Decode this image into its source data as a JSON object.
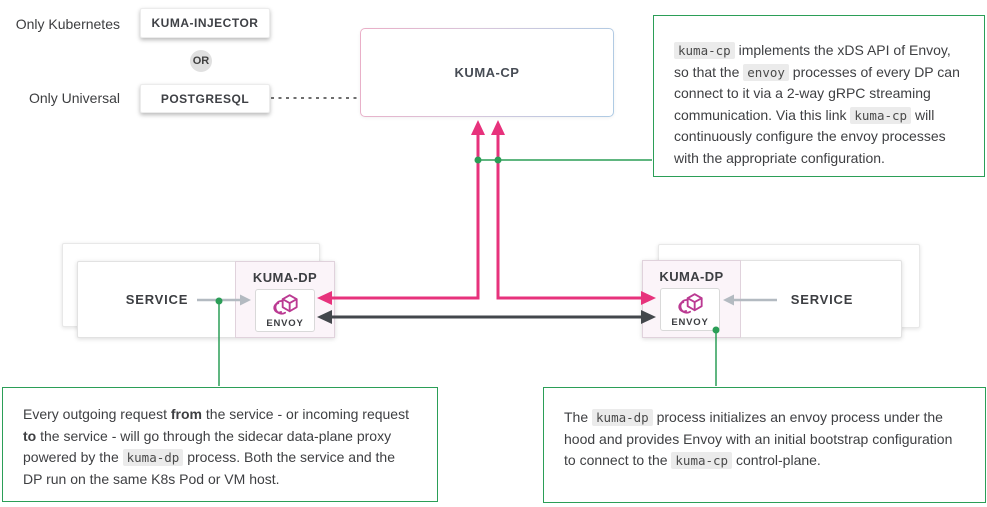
{
  "labels": {
    "only_kubernetes": "Only Kubernetes",
    "only_universal": "Only Universal",
    "or": "OR",
    "kuma_injector": "KUMA-INJECTOR",
    "postgresql": "POSTGRESQL",
    "kuma_cp": "KUMA-CP",
    "kuma_dp": "KUMA-DP",
    "service": "SERVICE",
    "envoy": "ENVOY"
  },
  "colors": {
    "pink_arrow": "#e7327c",
    "black_arrow": "#43474c",
    "gray_arrow": "#b3bac1",
    "green_connector": "#2b9e57",
    "envoy_logo": "#bb3a92",
    "kuma_dp_bg": "#fbf4f9",
    "code_bg": "#ebebeb"
  },
  "annotations": {
    "xds": [
      {
        "code": "kuma-cp"
      },
      {
        "text": " implements the xDS API of Envoy, so that the "
      },
      {
        "code": "envoy"
      },
      {
        "text": " processes of every DP can connect to it via a 2-way gRPC streaming communication. Via this link "
      },
      {
        "code": "kuma-cp"
      },
      {
        "text": "  will continuously configure the envoy processes with the appropriate configuration."
      }
    ],
    "sidecar": [
      {
        "text": "Every outgoing request "
      },
      {
        "bold": "from"
      },
      {
        "text": " the service - or incoming request "
      },
      {
        "bold": "to"
      },
      {
        "text": " the service - will go through the sidecar data-plane proxy powered by the "
      },
      {
        "code": "kuma-dp"
      },
      {
        "text": " process. Both the service and the DP run on the same K8s Pod or VM host."
      }
    ],
    "bootstrap": [
      {
        "text": "The "
      },
      {
        "code": "kuma-dp"
      },
      {
        "text": " process initializes an envoy process under the hood and provides Envoy with an initial bootstrap configuration to connect to the "
      },
      {
        "code": "kuma-cp"
      },
      {
        "text": "  control-plane."
      }
    ]
  }
}
